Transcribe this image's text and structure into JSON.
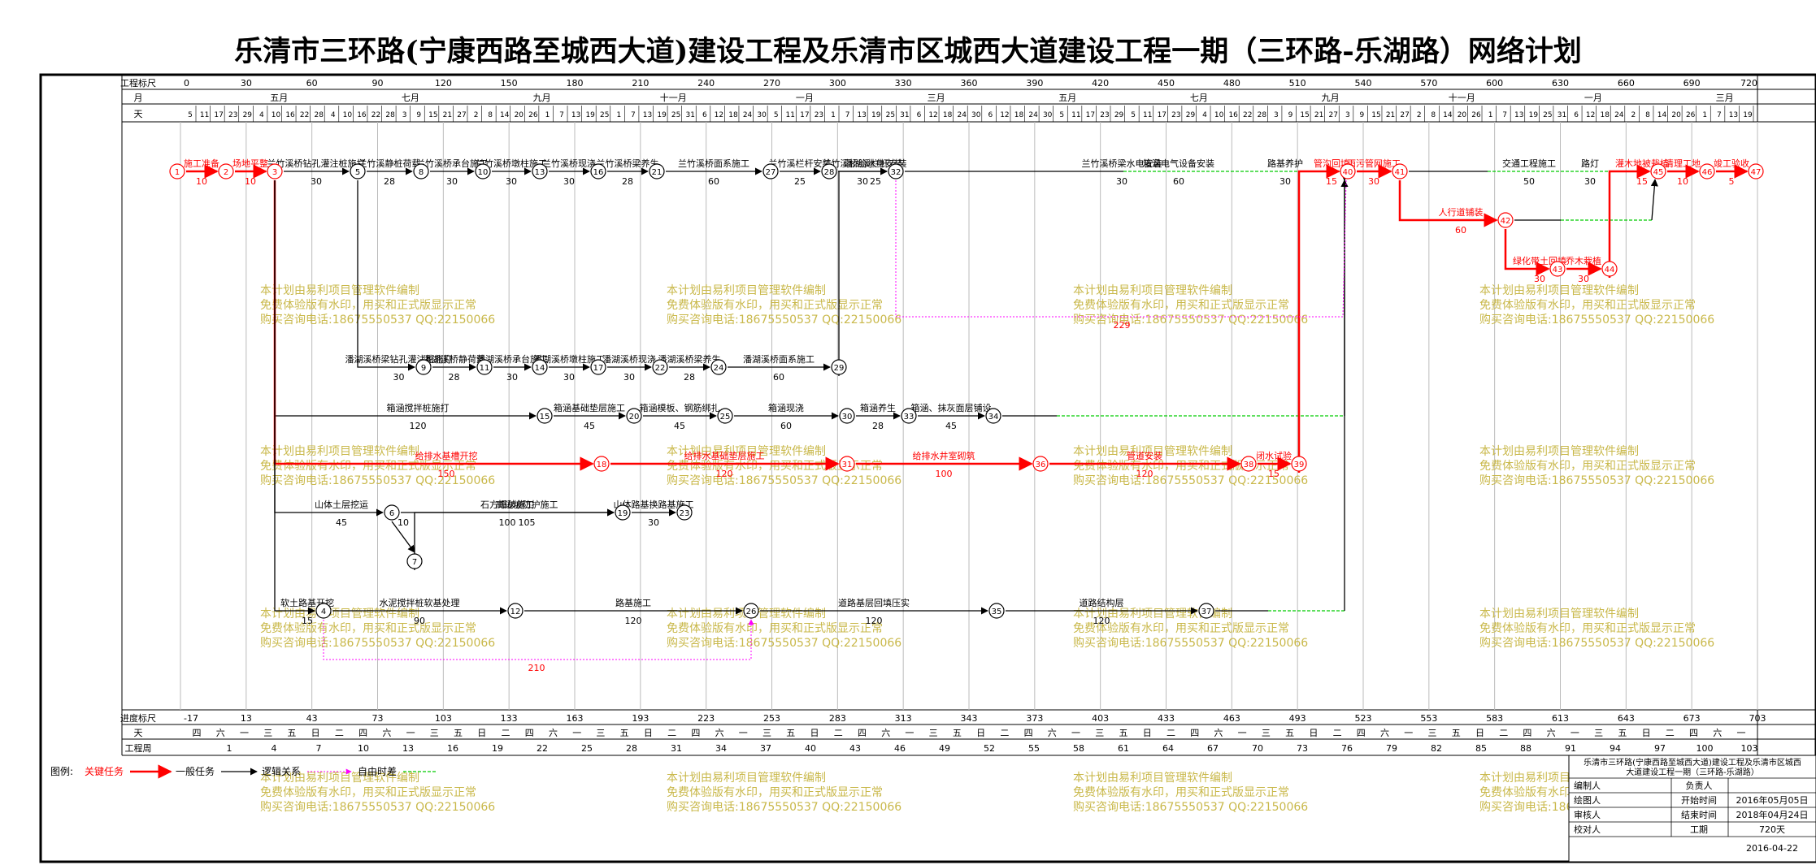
{
  "title": "乐清市三环路(宁康西路至城西大道)建设工程及乐清市区城西大道建设工程一期（三环路-乐湖路）网络计划",
  "colors": {
    "critical": "#ff0000",
    "normal": "#000000",
    "free_float": "#00cc00",
    "logic": "#ff00ff",
    "watermark": "#c9b84a"
  },
  "scale": {
    "top_label": "工程标尺",
    "top_ticks": [
      "0",
      "30",
      "60",
      "90",
      "120",
      "150",
      "180",
      "210",
      "240",
      "270",
      "300",
      "330",
      "360",
      "390",
      "420",
      "450",
      "480",
      "510",
      "540",
      "570",
      "600",
      "630",
      "660",
      "690",
      "720"
    ],
    "month_label": "月",
    "months": [
      "五月",
      "七月",
      "九月",
      "十一月",
      "一月",
      "三月",
      "五月",
      "七月",
      "九月",
      "十一月",
      "一月",
      "三月"
    ],
    "day_label": "天",
    "days": [
      "5",
      "11",
      "17",
      "23",
      "29",
      "4",
      "10",
      "16",
      "22",
      "28",
      "4",
      "10",
      "16",
      "22",
      "28",
      "3",
      "9",
      "15",
      "21",
      "27",
      "2",
      "8",
      "14",
      "20",
      "26",
      "1",
      "7",
      "13",
      "19",
      "25",
      "1",
      "7",
      "13",
      "19",
      "25",
      "31",
      "6",
      "12",
      "18",
      "24",
      "30",
      "5",
      "11",
      "17",
      "23",
      "1",
      "7",
      "13",
      "19",
      "25",
      "31",
      "6",
      "12",
      "18",
      "24",
      "30",
      "6",
      "12",
      "18",
      "24",
      "30",
      "5",
      "11",
      "17",
      "23",
      "29",
      "5",
      "11",
      "17",
      "23",
      "29",
      "4",
      "10",
      "16",
      "22",
      "28",
      "3",
      "9",
      "15",
      "21",
      "27",
      "3",
      "9",
      "15",
      "21",
      "27",
      "2",
      "8",
      "14",
      "20",
      "26",
      "1",
      "7",
      "13",
      "19",
      "25",
      "31",
      "6",
      "12",
      "18",
      "24",
      "2",
      "8",
      "14",
      "20",
      "26",
      "1",
      "7",
      "13",
      "19"
    ],
    "progress_label": "进度标尺",
    "progress_ticks": [
      "-17",
      "13",
      "43",
      "73",
      "103",
      "133",
      "163",
      "193",
      "223",
      "253",
      "283",
      "313",
      "343",
      "373",
      "403",
      "433",
      "463",
      "493",
      "523",
      "553",
      "583",
      "613",
      "643",
      "673",
      "703"
    ],
    "weekday_label": "天",
    "weekdays": [
      "四",
      "六",
      "一",
      "三",
      "五",
      "日",
      "二",
      "四",
      "六",
      "一",
      "三",
      "五",
      "日",
      "二",
      "四",
      "六",
      "一",
      "三",
      "五",
      "日",
      "二",
      "四",
      "六",
      "一",
      "三",
      "五",
      "日",
      "二",
      "四",
      "六",
      "一",
      "三",
      "五",
      "日",
      "二",
      "四",
      "六",
      "一",
      "三",
      "五",
      "日",
      "二",
      "四",
      "六",
      "一",
      "三",
      "五",
      "日",
      "二",
      "四",
      "六",
      "一",
      "三",
      "五",
      "日",
      "二",
      "四",
      "六",
      "一",
      "三",
      "五",
      "日",
      "二",
      "四",
      "六",
      "一"
    ],
    "week_label": "工程周",
    "weeks": [
      "1",
      "4",
      "7",
      "10",
      "13",
      "16",
      "19",
      "22",
      "25",
      "28",
      "31",
      "34",
      "37",
      "40",
      "43",
      "46",
      "49",
      "52",
      "55",
      "58",
      "61",
      "64",
      "67",
      "70",
      "73",
      "76",
      "79",
      "82",
      "85",
      "88",
      "91",
      "94",
      "97",
      "100",
      "103"
    ]
  },
  "nodes": [
    "1",
    "2",
    "3",
    "4",
    "5",
    "6",
    "7",
    "8",
    "9",
    "10",
    "11",
    "12",
    "13",
    "14",
    "15",
    "16",
    "17",
    "18",
    "19",
    "20",
    "21",
    "22",
    "23",
    "24",
    "25",
    "26",
    "27",
    "28",
    "29",
    "30",
    "31",
    "32",
    "33",
    "34",
    "35",
    "36",
    "37",
    "38",
    "39",
    "40",
    "41",
    "42",
    "43",
    "44",
    "45",
    "46",
    "47"
  ],
  "activities": [
    {
      "from": "1",
      "to": "2",
      "name": "施工准备",
      "duration": "10",
      "critical": true
    },
    {
      "from": "2",
      "to": "3",
      "name": "场地平整",
      "duration": "10",
      "critical": true
    },
    {
      "from": "3",
      "to": "5",
      "name": "兰竹溪桥钻孔灌注桩施打",
      "duration": "30",
      "critical": false
    },
    {
      "from": "5",
      "to": "8",
      "name": "兰竹溪静桩荷载",
      "duration": "28",
      "critical": false
    },
    {
      "from": "8",
      "to": "10",
      "name": "兰竹溪桥承台施工",
      "duration": "30",
      "critical": false
    },
    {
      "from": "10",
      "to": "13",
      "name": "兰竹溪桥墩柱施工",
      "duration": "30",
      "critical": false
    },
    {
      "from": "13",
      "to": "16",
      "name": "兰竹溪桥现浇",
      "duration": "30",
      "critical": false
    },
    {
      "from": "16",
      "to": "21",
      "name": "兰竹溪桥梁养生",
      "duration": "28",
      "critical": false
    },
    {
      "from": "21",
      "to": "27",
      "name": "兰竹溪桥面系施工",
      "duration": "60",
      "critical": false
    },
    {
      "from": "27",
      "to": "28",
      "name": "兰竹溪栏杆安装",
      "duration": "25",
      "critical": false
    },
    {
      "from": "28",
      "to": "32",
      "name": "兰竹溪桥给水电安装",
      "duration": "30",
      "critical": false
    },
    {
      "from": "32",
      "to": "40",
      "name": "兰竹溪桥梁水电安装",
      "duration": "30",
      "critical": false
    },
    {
      "from": "5",
      "to": "9",
      "name": "潘湖溪桥梁钻孔灌注桩施打",
      "duration": "30",
      "critical": false
    },
    {
      "from": "9",
      "to": "11",
      "name": "潘湖溪桥静荷载",
      "duration": "28",
      "critical": false
    },
    {
      "from": "11",
      "to": "14",
      "name": "潘湖溪桥承台施工",
      "duration": "30",
      "critical": false
    },
    {
      "from": "14",
      "to": "17",
      "name": "潘湖溪桥墩柱施工",
      "duration": "30",
      "critical": false
    },
    {
      "from": "17",
      "to": "22",
      "name": "潘湖溪桥现浇",
      "duration": "30",
      "critical": false
    },
    {
      "from": "22",
      "to": "24",
      "name": "潘湖溪桥梁养生",
      "duration": "28",
      "critical": false
    },
    {
      "from": "24",
      "to": "29",
      "name": "潘湖溪桥面系施工",
      "duration": "60",
      "critical": false
    },
    {
      "from": "29",
      "to": "32",
      "name": "潘湖溪栏杆安装",
      "duration": "25",
      "critical": false
    },
    {
      "from": "3",
      "to": "15",
      "name": "箱涵搅拌桩施打",
      "duration": "120",
      "critical": false
    },
    {
      "from": "15",
      "to": "20",
      "name": "箱涵基础垫层施工",
      "duration": "45",
      "critical": false
    },
    {
      "from": "20",
      "to": "25",
      "name": "箱涵模板、钢筋绑扎",
      "duration": "45",
      "critical": false
    },
    {
      "from": "25",
      "to": "30",
      "name": "箱涵现浇",
      "duration": "60",
      "critical": false
    },
    {
      "from": "30",
      "to": "33",
      "name": "箱涵养生",
      "duration": "28",
      "critical": false
    },
    {
      "from": "33",
      "to": "34",
      "name": "箱涵、抹灰面层铺设",
      "duration": "45",
      "critical": false
    },
    {
      "from": "34",
      "to": "40",
      "name": "箱涵电气设备安装",
      "duration": "60",
      "critical": false
    },
    {
      "from": "3",
      "to": "18",
      "name": "给排水基槽开挖",
      "duration": "150",
      "critical": true
    },
    {
      "from": "18",
      "to": "31",
      "name": "给排水基础垫层施工",
      "duration": "120",
      "critical": true
    },
    {
      "from": "31",
      "to": "36",
      "name": "给排水井室砌筑",
      "duration": "100",
      "critical": true
    },
    {
      "from": "36",
      "to": "38",
      "name": "管道安装",
      "duration": "120",
      "critical": true
    },
    {
      "from": "38",
      "to": "39",
      "name": "闭水试验",
      "duration": "15",
      "critical": true
    },
    {
      "from": "39",
      "to": "40",
      "name": "管沟回填",
      "duration": "15",
      "critical": true
    },
    {
      "from": "3",
      "to": "6",
      "name": "山体土层挖运",
      "duration": "45",
      "critical": false
    },
    {
      "from": "6",
      "to": "19",
      "name": "石方爆破施工",
      "duration": "100",
      "critical": false
    },
    {
      "from": "6",
      "to": "7",
      "name": "",
      "duration": "10",
      "critical": false
    },
    {
      "from": "7",
      "to": "19",
      "name": "高边坡防护施工",
      "duration": "105",
      "critical": false
    },
    {
      "from": "19",
      "to": "23",
      "name": "山体路基换路基施工",
      "duration": "30",
      "critical": false
    },
    {
      "from": "3",
      "to": "4",
      "name": "软土路基开挖",
      "duration": "15",
      "critical": false
    },
    {
      "from": "4",
      "to": "12",
      "name": "水泥搅拌桩软基处理",
      "duration": "90",
      "critical": false
    },
    {
      "from": "12",
      "to": "26",
      "name": "路基施工",
      "duration": "120",
      "critical": false
    },
    {
      "from": "26",
      "to": "35",
      "name": "道路基层回填压实",
      "duration": "120",
      "critical": false
    },
    {
      "from": "35",
      "to": "37",
      "name": "道路结构层",
      "duration": "120",
      "critical": false
    },
    {
      "from": "37",
      "to": "40",
      "name": "路基养护",
      "duration": "30",
      "critical": false
    },
    {
      "from": "40",
      "to": "41",
      "name": "雨污管网施工",
      "duration": "30",
      "critical": true
    },
    {
      "from": "41",
      "to": "45",
      "name": "交通工程施工",
      "duration": "50",
      "critical": false
    },
    {
      "from": "41",
      "to": "42",
      "name": "人行道铺装",
      "duration": "60",
      "critical": true
    },
    {
      "from": "42",
      "to": "45",
      "name": "路灯",
      "duration": "30",
      "critical": false
    },
    {
      "from": "42",
      "to": "43",
      "name": "绿化带土回填",
      "duration": "30",
      "critical": true
    },
    {
      "from": "43",
      "to": "44",
      "name": "乔木栽植",
      "duration": "30",
      "critical": true
    },
    {
      "from": "44",
      "to": "45",
      "name": "灌木地被栽植",
      "duration": "15",
      "critical": true
    },
    {
      "from": "45",
      "to": "46",
      "name": "清理工地",
      "duration": "10",
      "critical": true
    },
    {
      "from": "46",
      "to": "47",
      "name": "竣工验收",
      "duration": "5",
      "critical": true
    }
  ],
  "float_labels": [
    "229",
    "210"
  ],
  "watermark": [
    "本计划由易利项目管理软件编制",
    "免费体验版有水印，用买和正式版显示正常",
    "购买咨询电话:18675550537 QQ:22150066"
  ],
  "legend": {
    "label": "图例:",
    "critical": "关键任务",
    "normal": "一般任务",
    "logic": "逻辑关系",
    "free": "自由时差"
  },
  "info": {
    "project": "乐清市三环路(宁康西路至城西大道)建设工程及乐清市区城西大道建设工程一期（三环路-乐湖路）",
    "rows": [
      {
        "k": "编制人",
        "v": "",
        "k2": "负责人",
        "v2": ""
      },
      {
        "k": "绘图人",
        "v": "",
        "k2": "开始时间",
        "v2": "2016年05月05日"
      },
      {
        "k": "审核人",
        "v": "",
        "k2": "结束时间",
        "v2": "2018年04月24日"
      },
      {
        "k": "校对人",
        "v": "",
        "k2": "工期",
        "v2": "720天"
      }
    ],
    "date": "2016-04-22"
  }
}
